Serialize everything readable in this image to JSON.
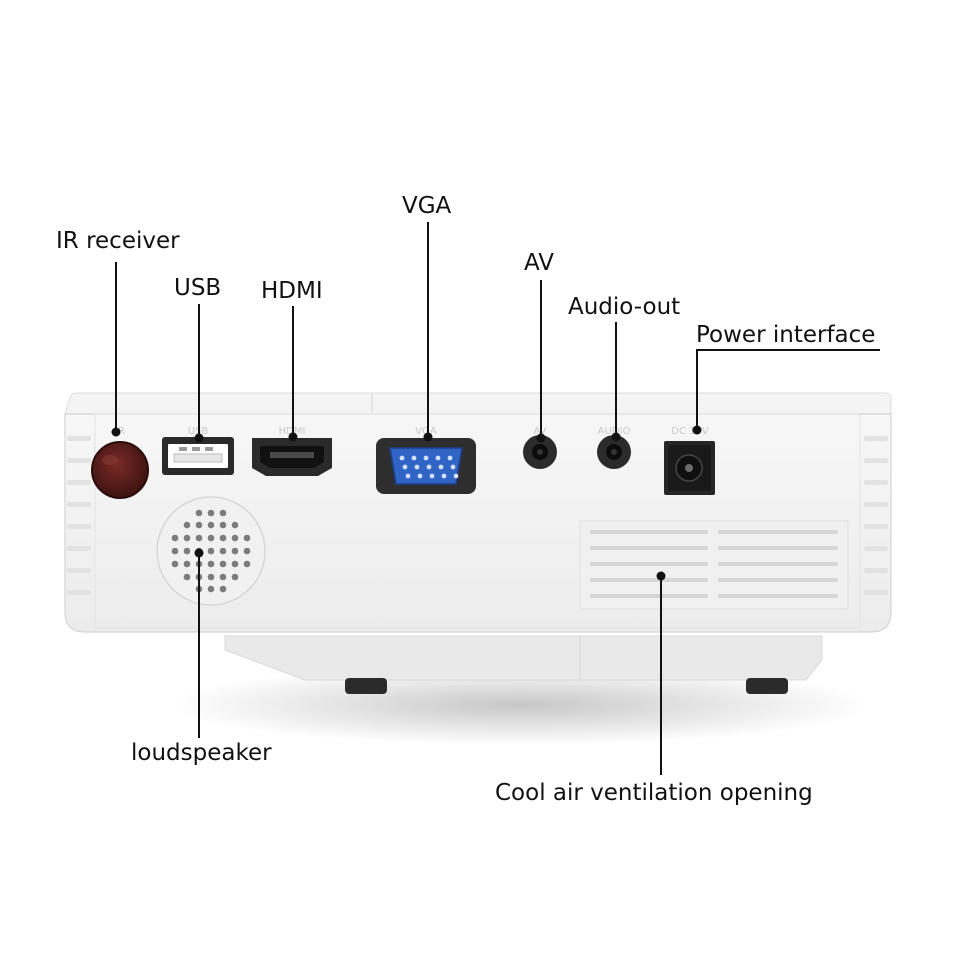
{
  "callouts": {
    "ir_receiver": "IR receiver",
    "usb": "USB",
    "hdmi": "HDMI",
    "vga": "VGA",
    "av": "AV",
    "audio_out": "Audio-out",
    "power_interface": "Power interface",
    "loudspeaker": "loudspeaker",
    "ventilation": "Cool air ventilation opening"
  },
  "port_labels": {
    "ir": "IR",
    "usb": "USB",
    "hdmi": "HDMI",
    "vga": "VGA",
    "av": "AV",
    "audio": "AUDIO",
    "dc": "DC 12V"
  },
  "colors": {
    "body": "#f3f3f3",
    "body_edge": "#d6d6d6",
    "ir_window": "#5a1f1c",
    "vga_pins": "#2f63c4",
    "leader_line": "#111111"
  }
}
